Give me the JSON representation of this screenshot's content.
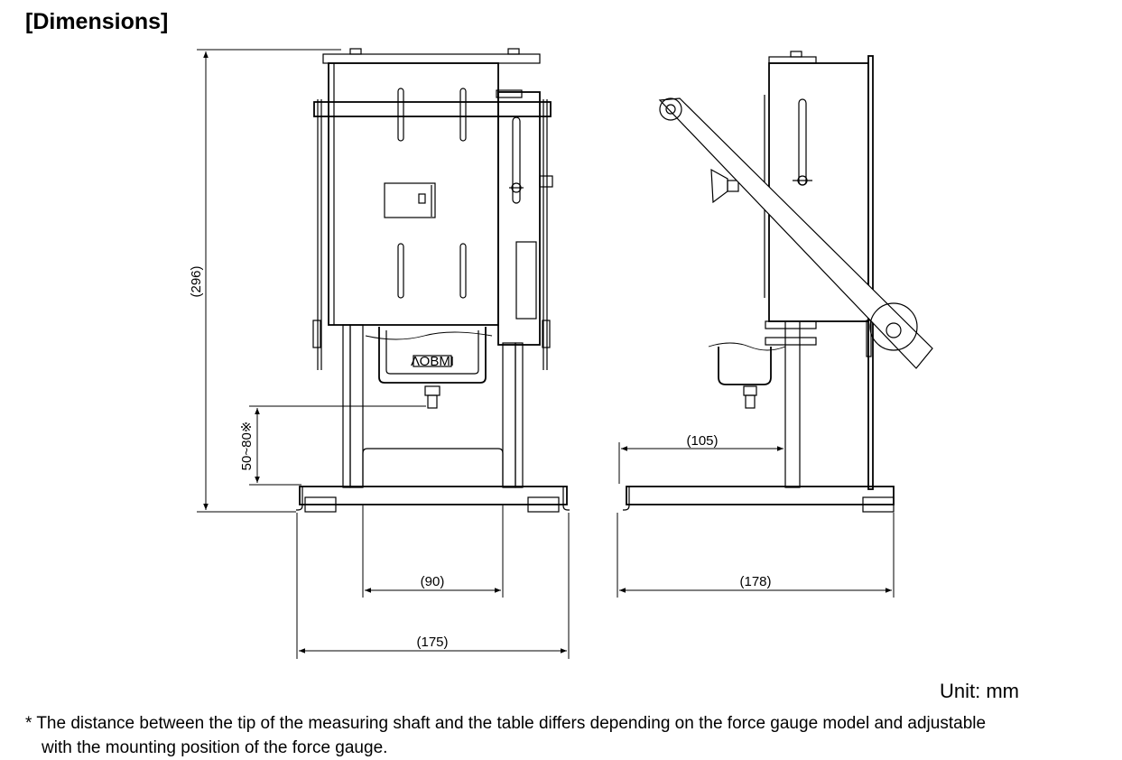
{
  "title": "[Dimensions]",
  "unit": "Unit: mm",
  "note": {
    "line1": "* The distance between the tip of the measuring shaft and the table differs depending on the force gauge model and adjustable",
    "line2": "with the mounting position of the force gauge."
  },
  "dimensions": {
    "height": "(296)",
    "gap": "50~80※",
    "inner_width": "(90)",
    "base_width": "(175)",
    "reach": "(105)",
    "depth": "(178)"
  },
  "gauge_label": "ΛΟΒΜΙ"
}
